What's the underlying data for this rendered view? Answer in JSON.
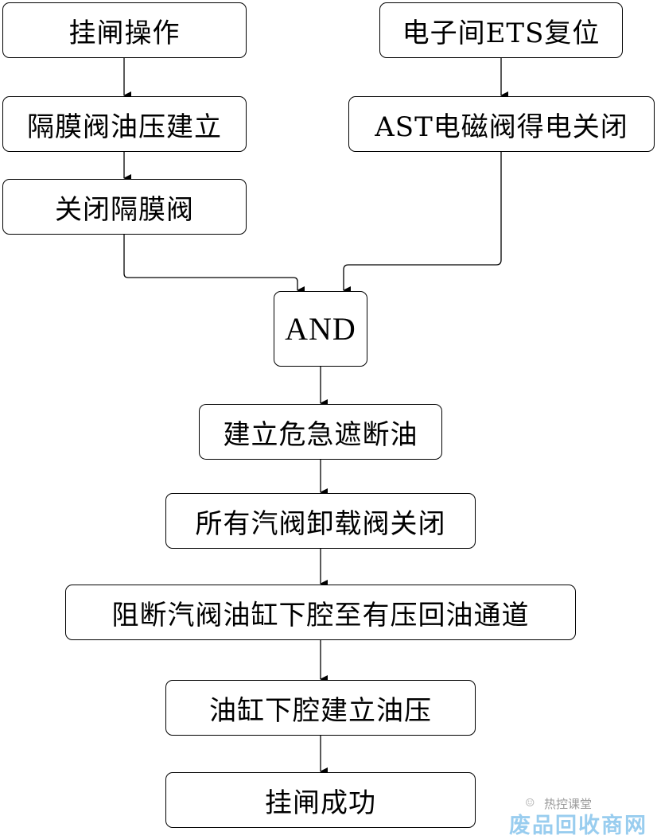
{
  "diagram": {
    "type": "flowchart",
    "nodes": [
      {
        "id": "n1",
        "label": "挂闸操作"
      },
      {
        "id": "n2",
        "label": "隔膜阀油压建立"
      },
      {
        "id": "n3",
        "label": "关闭隔膜阀"
      },
      {
        "id": "n4",
        "label": "电子间ETS复位"
      },
      {
        "id": "n5",
        "label": "AST电磁阀得电关闭"
      },
      {
        "id": "n6",
        "label": "AND"
      },
      {
        "id": "n7",
        "label": "建立危急遮断油"
      },
      {
        "id": "n8",
        "label": "所有汽阀卸载阀关闭"
      },
      {
        "id": "n9",
        "label": "阻断汽阀油缸下腔至有压回油通道"
      },
      {
        "id": "n10",
        "label": "油缸下腔建立油压"
      },
      {
        "id": "n11",
        "label": "挂闸成功"
      }
    ],
    "edges": [
      [
        "n1",
        "n2"
      ],
      [
        "n2",
        "n3"
      ],
      [
        "n4",
        "n5"
      ],
      [
        "n3",
        "n6"
      ],
      [
        "n5",
        "n6"
      ],
      [
        "n6",
        "n7"
      ],
      [
        "n7",
        "n8"
      ],
      [
        "n8",
        "n9"
      ],
      [
        "n9",
        "n10"
      ],
      [
        "n10",
        "n11"
      ]
    ],
    "colors": {
      "stroke": "#000000",
      "fill": "#ffffff",
      "watermark": "#8fc8ee"
    }
  },
  "watermark": {
    "top_text": "热控课堂",
    "bottom_text": "废品回收商网",
    "icon": "wechat-icon"
  }
}
